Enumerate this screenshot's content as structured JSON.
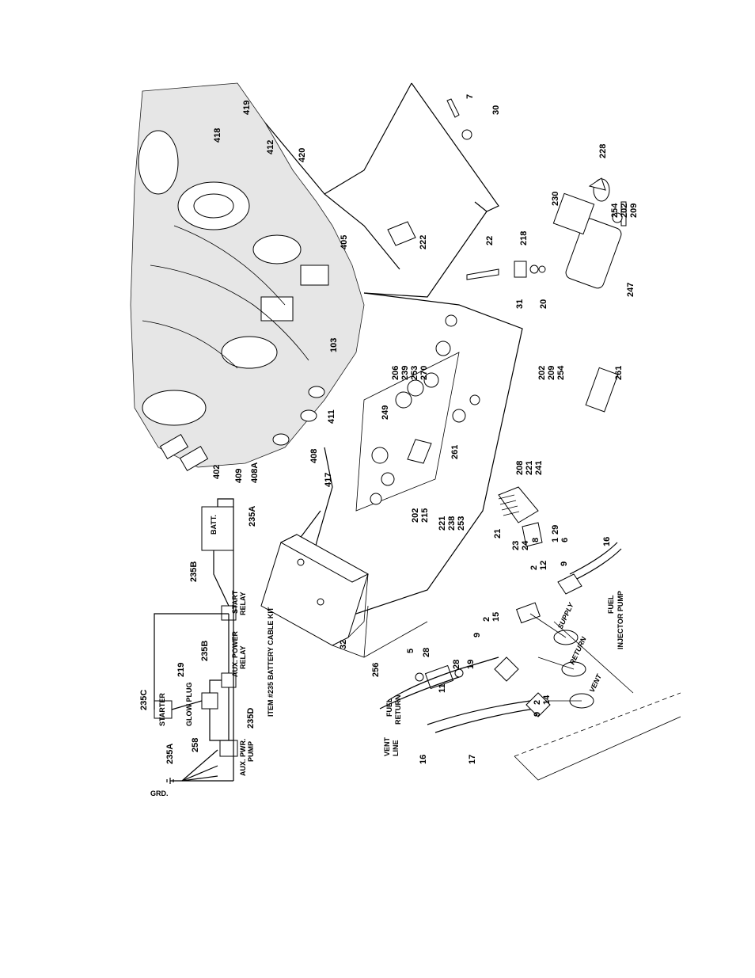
{
  "schematic": {
    "title": "ITEM #235 BATTERY CABLE KIT",
    "grd": "GRD.",
    "starter": "STARTER",
    "glow_plug": "GLOW PLUG",
    "aux_power_relay_1": "AUX. POWER",
    "aux_power_relay_2": "RELAY",
    "start_relay_1": "START",
    "start_relay_2": "RELAY",
    "aux_pwr_pump_1": "AUX. PWR.",
    "aux_pwr_pump_2": "PUMP",
    "batt": "BATT.",
    "cables": {
      "c235A_top": "235A",
      "c235A_bottom": "235A",
      "c235B_left": "235B",
      "c235B_right": "235B",
      "c235C": "235C",
      "c235D": "235D"
    },
    "items": {
      "i219": "219",
      "i258": "258"
    }
  },
  "fuel": {
    "vent_line_1": "VENT",
    "vent_line_2": "LINE",
    "fuel_return_1": "FUEL",
    "fuel_return_2": "RETURN",
    "injector_1": "FUEL",
    "injector_2": "INJECTOR PUMP",
    "supply": "SUPPLY",
    "return": "RETURN",
    "vent": "VENT"
  },
  "callouts": [
    "7",
    "30",
    "228",
    "230",
    "254",
    "202",
    "209",
    "247",
    "22",
    "218",
    "31",
    "20",
    "222",
    "405",
    "420",
    "412",
    "419",
    "418",
    "103",
    "206",
    "239",
    "253",
    "270",
    "202",
    "209",
    "254",
    "261",
    "249",
    "261",
    "208",
    "221",
    "241",
    "411",
    "408",
    "417",
    "408A",
    "409",
    "402",
    "202",
    "215",
    "221",
    "238",
    "253",
    "21",
    "23",
    "24",
    "8",
    "29",
    "1",
    "6",
    "16",
    "9",
    "2",
    "12",
    "2",
    "15",
    "9",
    "19",
    "28",
    "28",
    "11",
    "5",
    "32",
    "256",
    "2",
    "14",
    "9",
    "16",
    "17"
  ]
}
